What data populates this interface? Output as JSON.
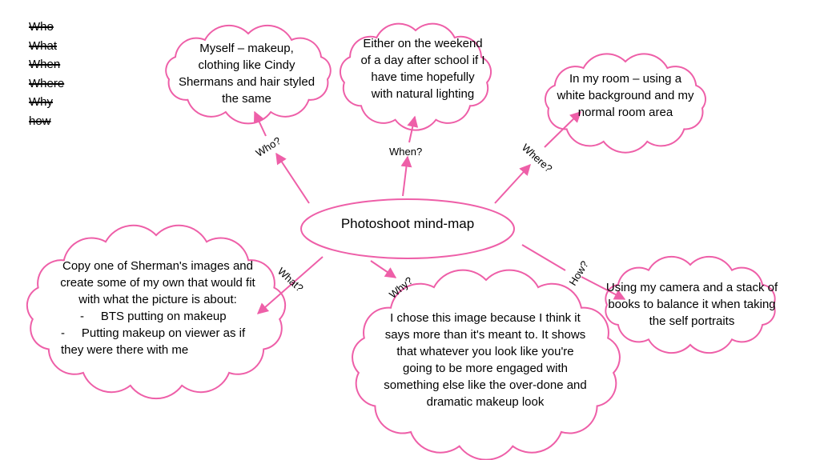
{
  "checklist": [
    "Who",
    "What",
    "When",
    "Where",
    "Why",
    "how"
  ],
  "center": "Photoshoot mind-map",
  "nodes": {
    "who": "Myself – makeup, clothing like Cindy Shermans and hair styled the same",
    "when": "Either on the weekend of a day after school if I have time hopefully with natural lighting",
    "where": "In my room – using a white background and my normal room area",
    "what": {
      "text": "Copy one of Sherman's images and create some of my own that would fit with what the picture is about:",
      "items": [
        "BTS putting on makeup",
        "Putting makeup on viewer as if they were there with me"
      ]
    },
    "why": "I chose this image because I think it says more than it's meant to. It shows that whatever you look like you're going to be more engaged with something else like the over-done and dramatic makeup look",
    "how": "Using my camera and a stack of books to balance it when taking the self portraits"
  },
  "arrow_labels": {
    "who": "Who?",
    "when": "When?",
    "where": "Where?",
    "what": "What?",
    "why": "Why?",
    "how": "How?"
  },
  "colors": {
    "accent": "#ee5fa8",
    "text": "#000000"
  }
}
